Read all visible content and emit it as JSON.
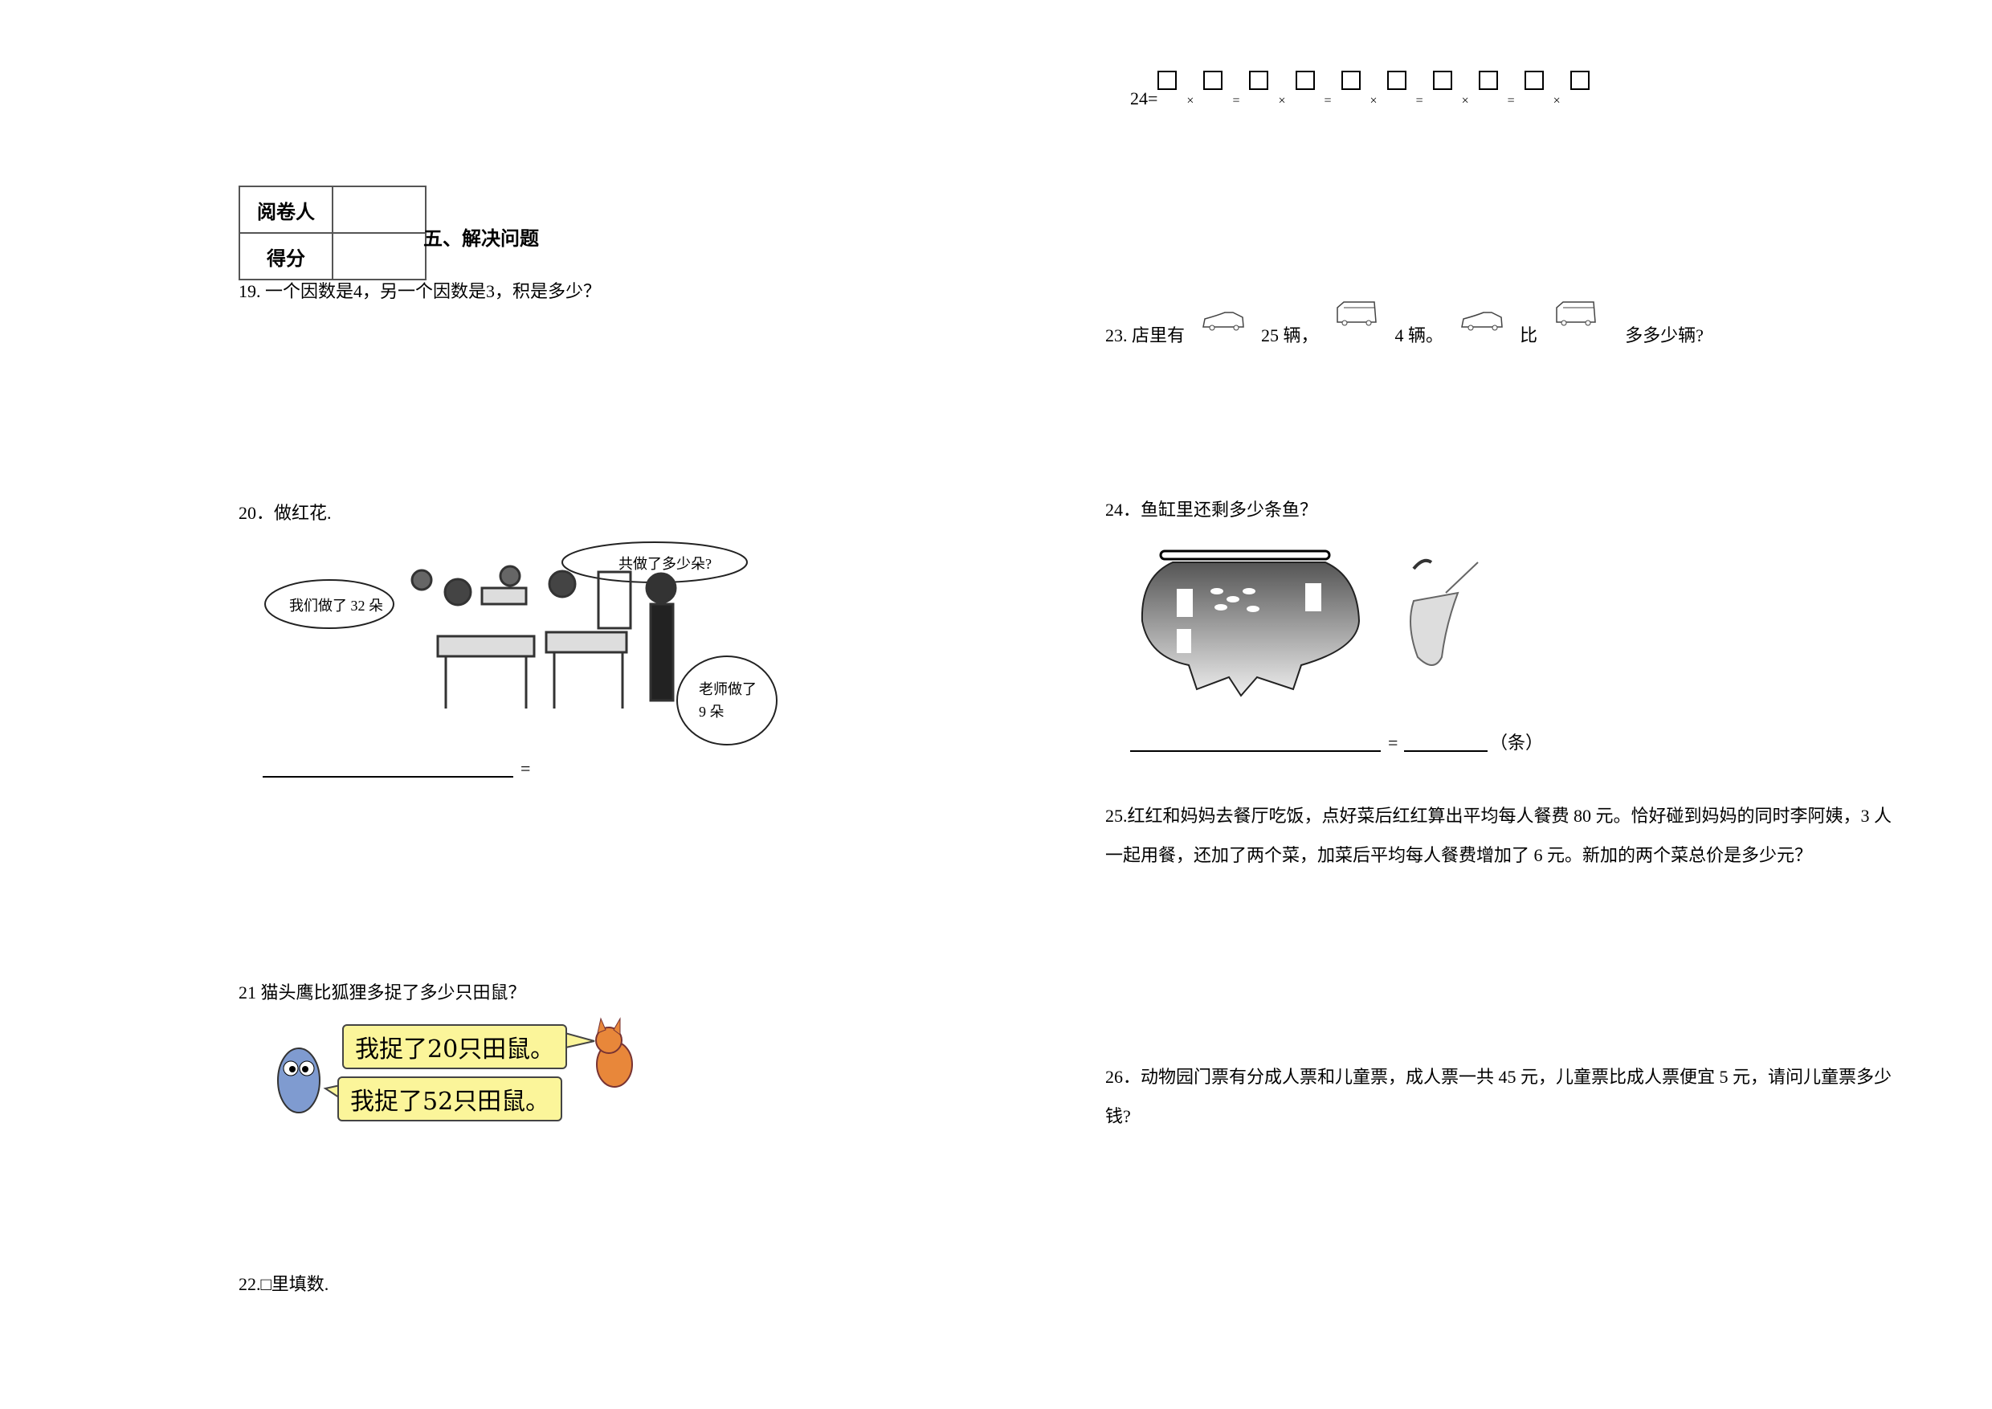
{
  "score_table": {
    "reviewer_label": "阅卷人",
    "score_label": "得分"
  },
  "section_title": "五、解决问题",
  "q19": "19. 一个因数是4，另一个因数是3，积是多少？",
  "q20": {
    "text": "20．做红花.",
    "bubble_students": "我们做了 32 朵",
    "bubble_question": "共做了多少朵?",
    "bubble_teacher_1": "老师做了",
    "bubble_teacher_2": "9 朵",
    "equals": "="
  },
  "q21": {
    "text": "21 猫头鹰比狐狸多捉了多少只田鼠？",
    "fox_says": "我捉了20只田鼠。",
    "owl_says": "我捉了52只田鼠。"
  },
  "q22": "22.□里填数.",
  "factor_eq": {
    "prefix": "24=",
    "times": "×",
    "equals": "="
  },
  "q23": {
    "num": "23.",
    "p1": "店里有",
    "p2": "25 辆，",
    "p3": "4 辆。",
    "p4": "比",
    "p5": "多多少辆?"
  },
  "q24": {
    "text": "24．鱼缸里还剩多少条鱼？",
    "equals": "=",
    "unit": "（条）"
  },
  "q25": {
    "line1": "25.红红和妈妈去餐厅吃饭，点好菜后红红算出平均每人餐费 80 元。恰好碰到妈妈的同时李阿姨，3 人",
    "line2": "一起用餐，还加了两个菜，加菜后平均每人餐费增加了 6 元。新加的两个菜总价是多少元？"
  },
  "q26": {
    "line1": "26．动物园门票有分成人票和儿童票，成人票一共 45 元，儿童票比成人票便宜 5 元，请问儿童票多少",
    "line2": "钱?"
  },
  "colors": {
    "bubble_fill": "#fbf59a",
    "owl": "#7f9bd0",
    "fox": "#e8873a"
  }
}
